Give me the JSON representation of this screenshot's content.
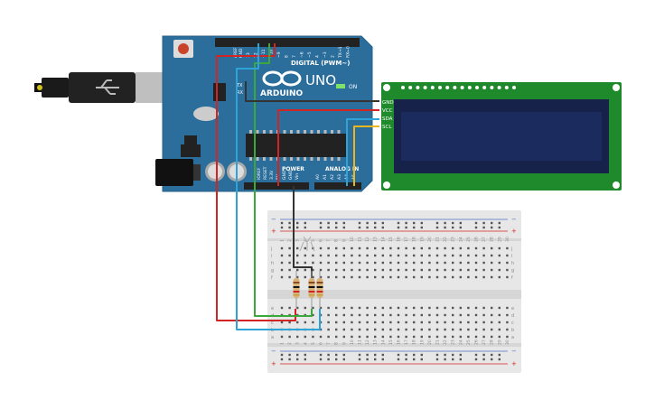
{
  "arduino": {
    "brand": "ARDUINO",
    "model": "UNO",
    "digital_label": "DIGITAL (PWM~)",
    "power_label": "POWER",
    "analog_label": "ANALOG IN",
    "on_label": "ON",
    "tx_label": "TX",
    "rx_label": "RX",
    "aref_label": "AREF",
    "gnd_label": "GND",
    "reset_label": "RESET",
    "ioref_label": "IOREF",
    "v33_label": "3.3V",
    "v5_label": "5V",
    "vin_label": "Vin",
    "digital_pins": [
      "13",
      "12",
      "~11",
      "~10",
      "~9",
      "8",
      "7",
      "~6",
      "~5",
      "4",
      "~3",
      "2",
      "TX→1",
      "RX←0"
    ],
    "analog_pins": [
      "A0",
      "A1",
      "A2",
      "A3",
      "A4",
      "A5"
    ]
  },
  "lcd": {
    "pins": [
      "GND",
      "VCC",
      "SDA",
      "SCL"
    ]
  },
  "breadboard": {
    "minus": "−",
    "plus": "+",
    "row_letters_top": [
      "j",
      "i",
      "h",
      "g",
      "f"
    ],
    "row_letters_bottom": [
      "e",
      "d",
      "c",
      "b",
      "a"
    ],
    "columns": 30
  },
  "colors": {
    "arduino_board": "#2b6e9c",
    "lcd_board": "#1f8a2c",
    "lcd_screen": "#1c2b5e",
    "wire_red": "#d32424",
    "wire_green": "#3aa83a",
    "wire_blue": "#2ea3d8",
    "wire_black": "#333333",
    "wire_yellow": "#e8b81e"
  }
}
